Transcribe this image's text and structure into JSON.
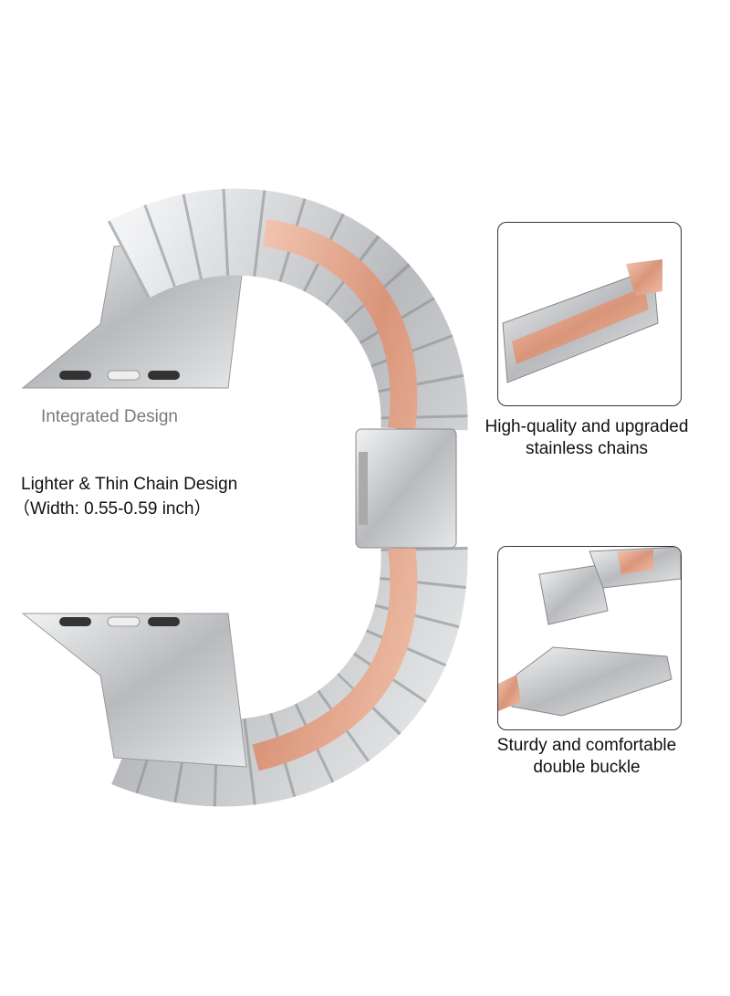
{
  "labels": {
    "integrated": "Integrated Design",
    "thin_line1": "Lighter & Thin Chain Design",
    "thin_line2": "（Width: 0.55-0.59 inch）",
    "chains_line1": "High-quality and upgraded",
    "chains_line2": "stainless chains",
    "buckle_line1": "Sturdy and comfortable",
    "buckle_line2": "double buckle"
  },
  "colors": {
    "silver": "#c9cbce",
    "rose_gold": "#e3a88e",
    "text": "#111111",
    "muted": "#7a7a7a"
  }
}
